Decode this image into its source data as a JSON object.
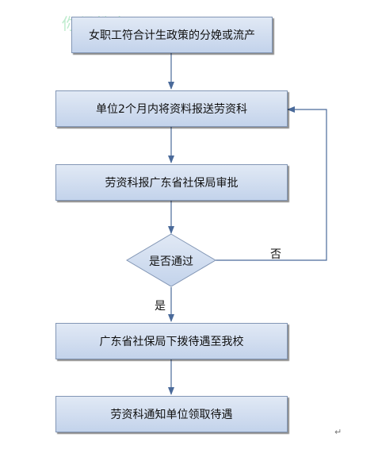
{
  "watermark": "你得教育网",
  "steps": [
    {
      "label": "女职工符合计生政策的分娩或流产"
    },
    {
      "label": "单位2个月内将资料报送劳资科"
    },
    {
      "label": "劳资科报广东省社保局审批"
    },
    {
      "label": "广东省社保局下拨待遇至我校"
    },
    {
      "label": "劳资科通知单位领取待遇"
    }
  ],
  "decision": {
    "label": "是否通过",
    "yes": "是",
    "no": "否"
  },
  "colors": {
    "box_border": "#8296b5",
    "box_fill_top": "#e1e9f5",
    "box_fill_bottom": "#c3d3eb",
    "arrow": "#4a6a9a"
  },
  "end_mark": "↵"
}
